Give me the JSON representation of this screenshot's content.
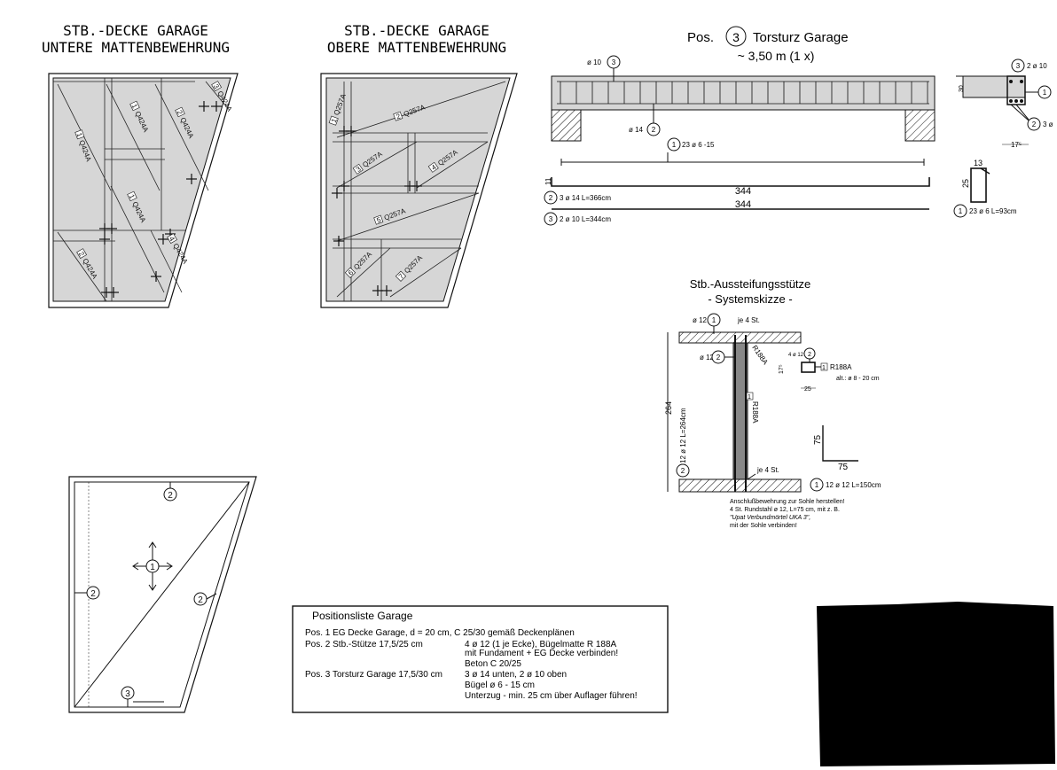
{
  "panels": {
    "lower_mat": {
      "title_line1": "STB.-DECKE GARAGE",
      "title_line2": "UNTERE MATTENBEWEHRUNG",
      "mats": [
        {
          "pos": "1",
          "type": "Q424A"
        },
        {
          "pos": "1",
          "type": "Q424A"
        },
        {
          "pos": "2",
          "type": "Q424A"
        },
        {
          "pos": "1",
          "type": "Q424A"
        },
        {
          "pos": "2",
          "type": "Q424A"
        },
        {
          "pos": "3",
          "type": "Q424A"
        },
        {
          "pos": "4",
          "type": "Q424A"
        }
      ]
    },
    "upper_mat": {
      "title_line1": "STB.-DECKE GARAGE",
      "title_line2": "OBERE MATTENBEWEHRUNG",
      "mats": [
        {
          "pos": "1",
          "type": "Q257A"
        },
        {
          "pos": "2",
          "type": "Q257A"
        },
        {
          "pos": "3",
          "type": "Q257A"
        },
        {
          "pos": "4",
          "type": "Q257A"
        },
        {
          "pos": "5",
          "type": "Q257A"
        },
        {
          "pos": "6",
          "type": "Q257A"
        },
        {
          "pos": "7",
          "type": "Q257A"
        }
      ]
    },
    "plan": {
      "markers": [
        "1",
        "2",
        "2",
        "2",
        "3"
      ]
    }
  },
  "beam": {
    "title_prefix": "Pos.",
    "pos_number": "3",
    "title_suffix": "Torsturz Garage",
    "subtitle": "~ 3,50 m (1 x)",
    "label_top_bar": "ø 10",
    "label_top_bar_pos": "3",
    "label_bottom_bar": "ø 14",
    "label_bottom_bar_pos": "2",
    "stirrup_label": "23 ø 6 -15",
    "stirrup_pos": "1",
    "bar2_text": "3 ø 14 L=366cm",
    "bar2_pos": "2",
    "bar2_length": "344",
    "bar3_text": "2 ø 10 L=344cm",
    "bar3_pos": "3",
    "bar3_length": "344",
    "bend_11": "11",
    "section": {
      "top_label": "2 ø 10",
      "top_pos": "3",
      "right_pos": "1",
      "bottom_label": "3 ø",
      "bottom_pos": "2",
      "width_label": "17⁵",
      "depth_label": "30",
      "stirrup_w": "13",
      "stirrup_h": "25",
      "stirrup_text": "23 ø 6 L=93cm",
      "stirrup_pos": "1"
    }
  },
  "column": {
    "title": "Stb.-Aussteifungsstütze",
    "subtitle": "- Systemskizze -",
    "top_bar_label": "ø 12",
    "top_bar_pos": "1",
    "je_top": "je 4 St.",
    "mid_bar_label": "ø 12",
    "mid_bar_pos": "2",
    "mat_top": "R188A",
    "mat_mid": "R188A",
    "mat_mid_pos": "1",
    "height": "264",
    "long_bar_text": "12 ø 12 L=264cm",
    "long_bar_pos": "2",
    "je_bottom": "je 4 St.",
    "section_bar": "4 ø 12",
    "section_pos": "2",
    "section_mat": "R188A",
    "section_mat_pos": "1",
    "alt_text": "alt.: ø 8 - 20 cm",
    "section_h": "17⁵",
    "section_w": "25",
    "hook_v": "75",
    "hook_h": "75",
    "hook_text": "12 ø 12 L=150cm",
    "hook_pos": "1",
    "note_line1": "Anschlußbewehrung zur Sohle herstellen!",
    "note_line2": "4 St. Rundstahl ø 12, L=75 cm, mit z. B.",
    "note_line3": "\"Upat Verbundmörtel UKA 3\",",
    "note_line4": "mit der Sohle verbinden!"
  },
  "legend": {
    "title": "Positionsliste Garage",
    "rows": [
      {
        "left": "Pos. 1 EG Decke Garage, d = 20 cm, C 25/30 gemäß Deckenplänen",
        "right": ""
      },
      {
        "left": "Pos. 2 Stb.-Stütze 17,5/25 cm",
        "right": "4 ø 12 (1 je Ecke), Bügelmatte R 188A"
      },
      {
        "left": "",
        "right": "mit Fundament + EG Decke verbinden!"
      },
      {
        "left": "",
        "right": "Beton C 20/25"
      },
      {
        "left": "Pos. 3 Torsturz Garage  17,5/30 cm",
        "right": "3 ø 14 unten, 2 ø 10 oben"
      },
      {
        "left": "",
        "right": "Bügel ø 6 - 15 cm"
      },
      {
        "left": "",
        "right": "Unterzug - min. 25 cm über Auflager führen!"
      }
    ]
  },
  "colors": {
    "line": "#111111",
    "fill_gray": "#d6d6d6",
    "redaction": "#000000"
  }
}
